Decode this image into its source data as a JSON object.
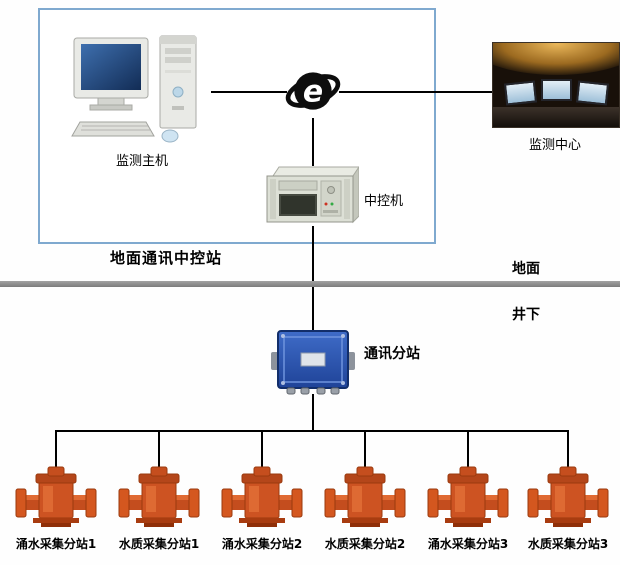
{
  "labels": {
    "monitoring_host": "监测主机",
    "monitoring_center": "监测中心",
    "central_controller": "中控机",
    "ground_station": "地面通讯中控站",
    "surface": "地面",
    "underground": "井下",
    "comm_substation": "通讯分站"
  },
  "bottom_devices": [
    "涌水采集分站1",
    "水质采集分站1",
    "涌水采集分站2",
    "水质采集分站2",
    "涌水采集分站3",
    "水质采集分站3"
  ],
  "icons": {
    "host": "desktop-computer-icon",
    "internet": "internet-e-logo-icon",
    "center": "control-room-photo",
    "controller": "rack-server-icon",
    "substation": "mine-substation-icon",
    "collector": "pipe-sensor-icon"
  },
  "colors": {
    "connection_line": "#000000",
    "boundary_box": "#7fa9cf",
    "ground_separator": "#8d8d8d",
    "substation_blue": "#2a4fa8",
    "collector_orange": "#cc5222"
  }
}
